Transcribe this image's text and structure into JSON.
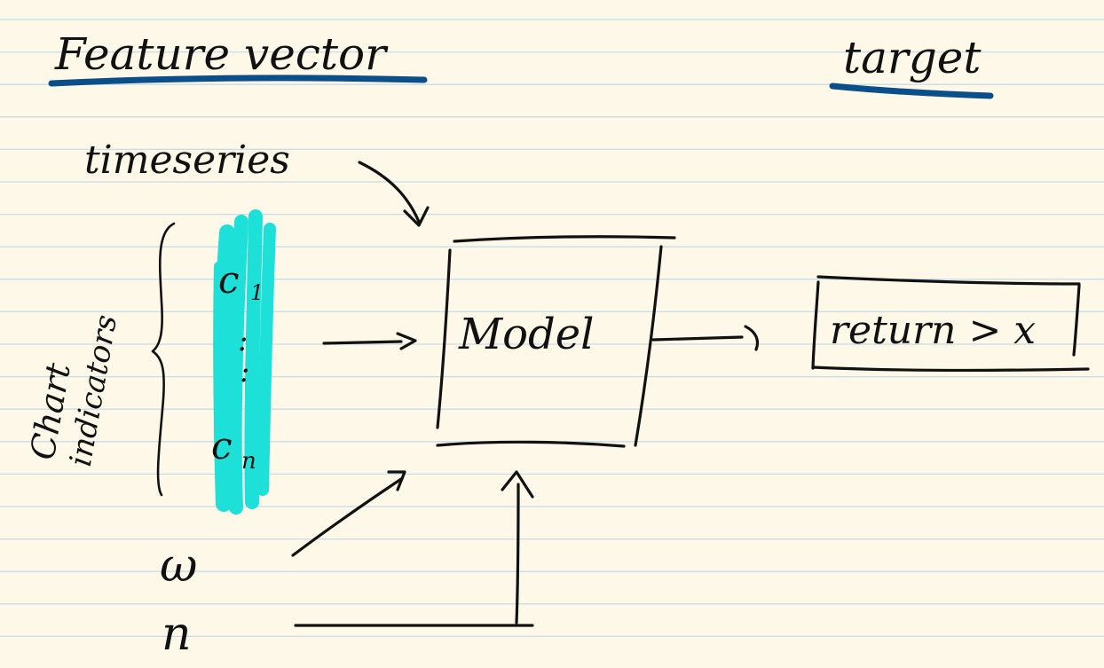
{
  "colors": {
    "paper": "#fdf8e7",
    "ruled_line": "#c9dcea",
    "ink": "#111111",
    "underline": "#0b4f8a",
    "highlight": "#1de0d8"
  },
  "headings": {
    "feature_vector": "Feature vector",
    "target": "target"
  },
  "inputs": {
    "timeseries": "timeseries",
    "chart_indicators_line1": "Chart",
    "chart_indicators_line2": "indicators",
    "c_first": "c",
    "c_first_sub": "1",
    "c_dots": ":",
    "c_last": "c",
    "c_last_sub": "n",
    "w": "ω",
    "n": "n"
  },
  "model": {
    "label": "Model"
  },
  "output": {
    "label": "return > x"
  }
}
